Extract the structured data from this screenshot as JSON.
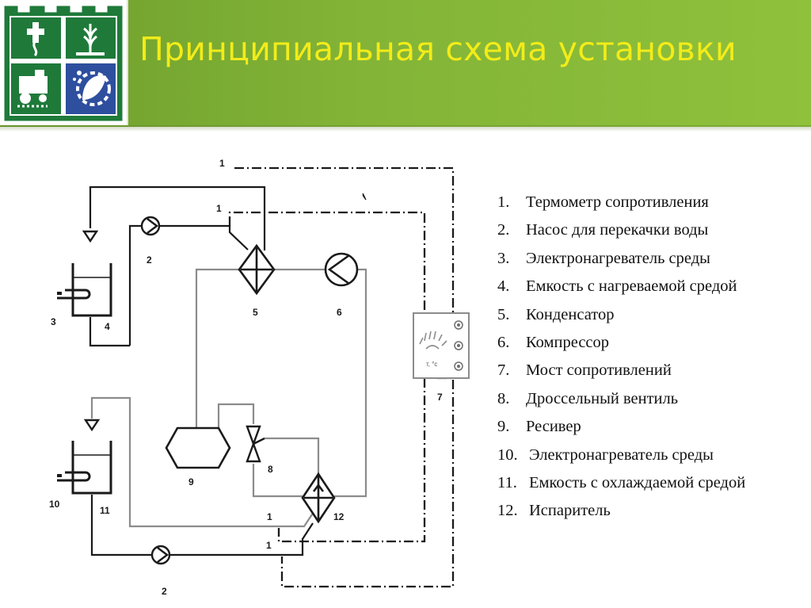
{
  "header": {
    "title": "Принципиальная схема установки"
  },
  "diagram": {
    "labels": {
      "sensor_top_1": "1",
      "sensor_top_2": "1",
      "pump_top": "2",
      "heater_top": "3",
      "tank_top": "4",
      "condenser": "5",
      "compressor": "6",
      "bridge": "7",
      "valve": "8",
      "receiver": "9",
      "heater_bottom": "10",
      "tank_bottom": "11",
      "evaporator": "12",
      "sensor_bottom_1": "1",
      "sensor_bottom_2": "1",
      "pump_bottom": "2",
      "bridge_display": "т, °с"
    }
  },
  "legend": {
    "items": [
      {
        "num": "1.",
        "text": "Термометр сопротивления"
      },
      {
        "num": "2.",
        "text": "Насос для перекачки воды"
      },
      {
        "num": "3.",
        "text": "Электронагреватель среды"
      },
      {
        "num": "4.",
        "text": "Емкость с нагреваемой средой"
      },
      {
        "num": "5.",
        "text": "Конденсатор"
      },
      {
        "num": "6.",
        "text": "Компрессор"
      },
      {
        "num": "7.",
        "text": "Мост сопротивлений"
      },
      {
        "num": "8.",
        "text": "Дроссельный вентиль"
      },
      {
        "num": "9.",
        "text": "Ресивер"
      },
      {
        "num": "10.",
        "text": "Электронагреватель среды"
      },
      {
        "num": "11.",
        "text": "Емкость с охлаждаемой средой"
      },
      {
        "num": "12.",
        "text": "Испаритель"
      }
    ]
  }
}
